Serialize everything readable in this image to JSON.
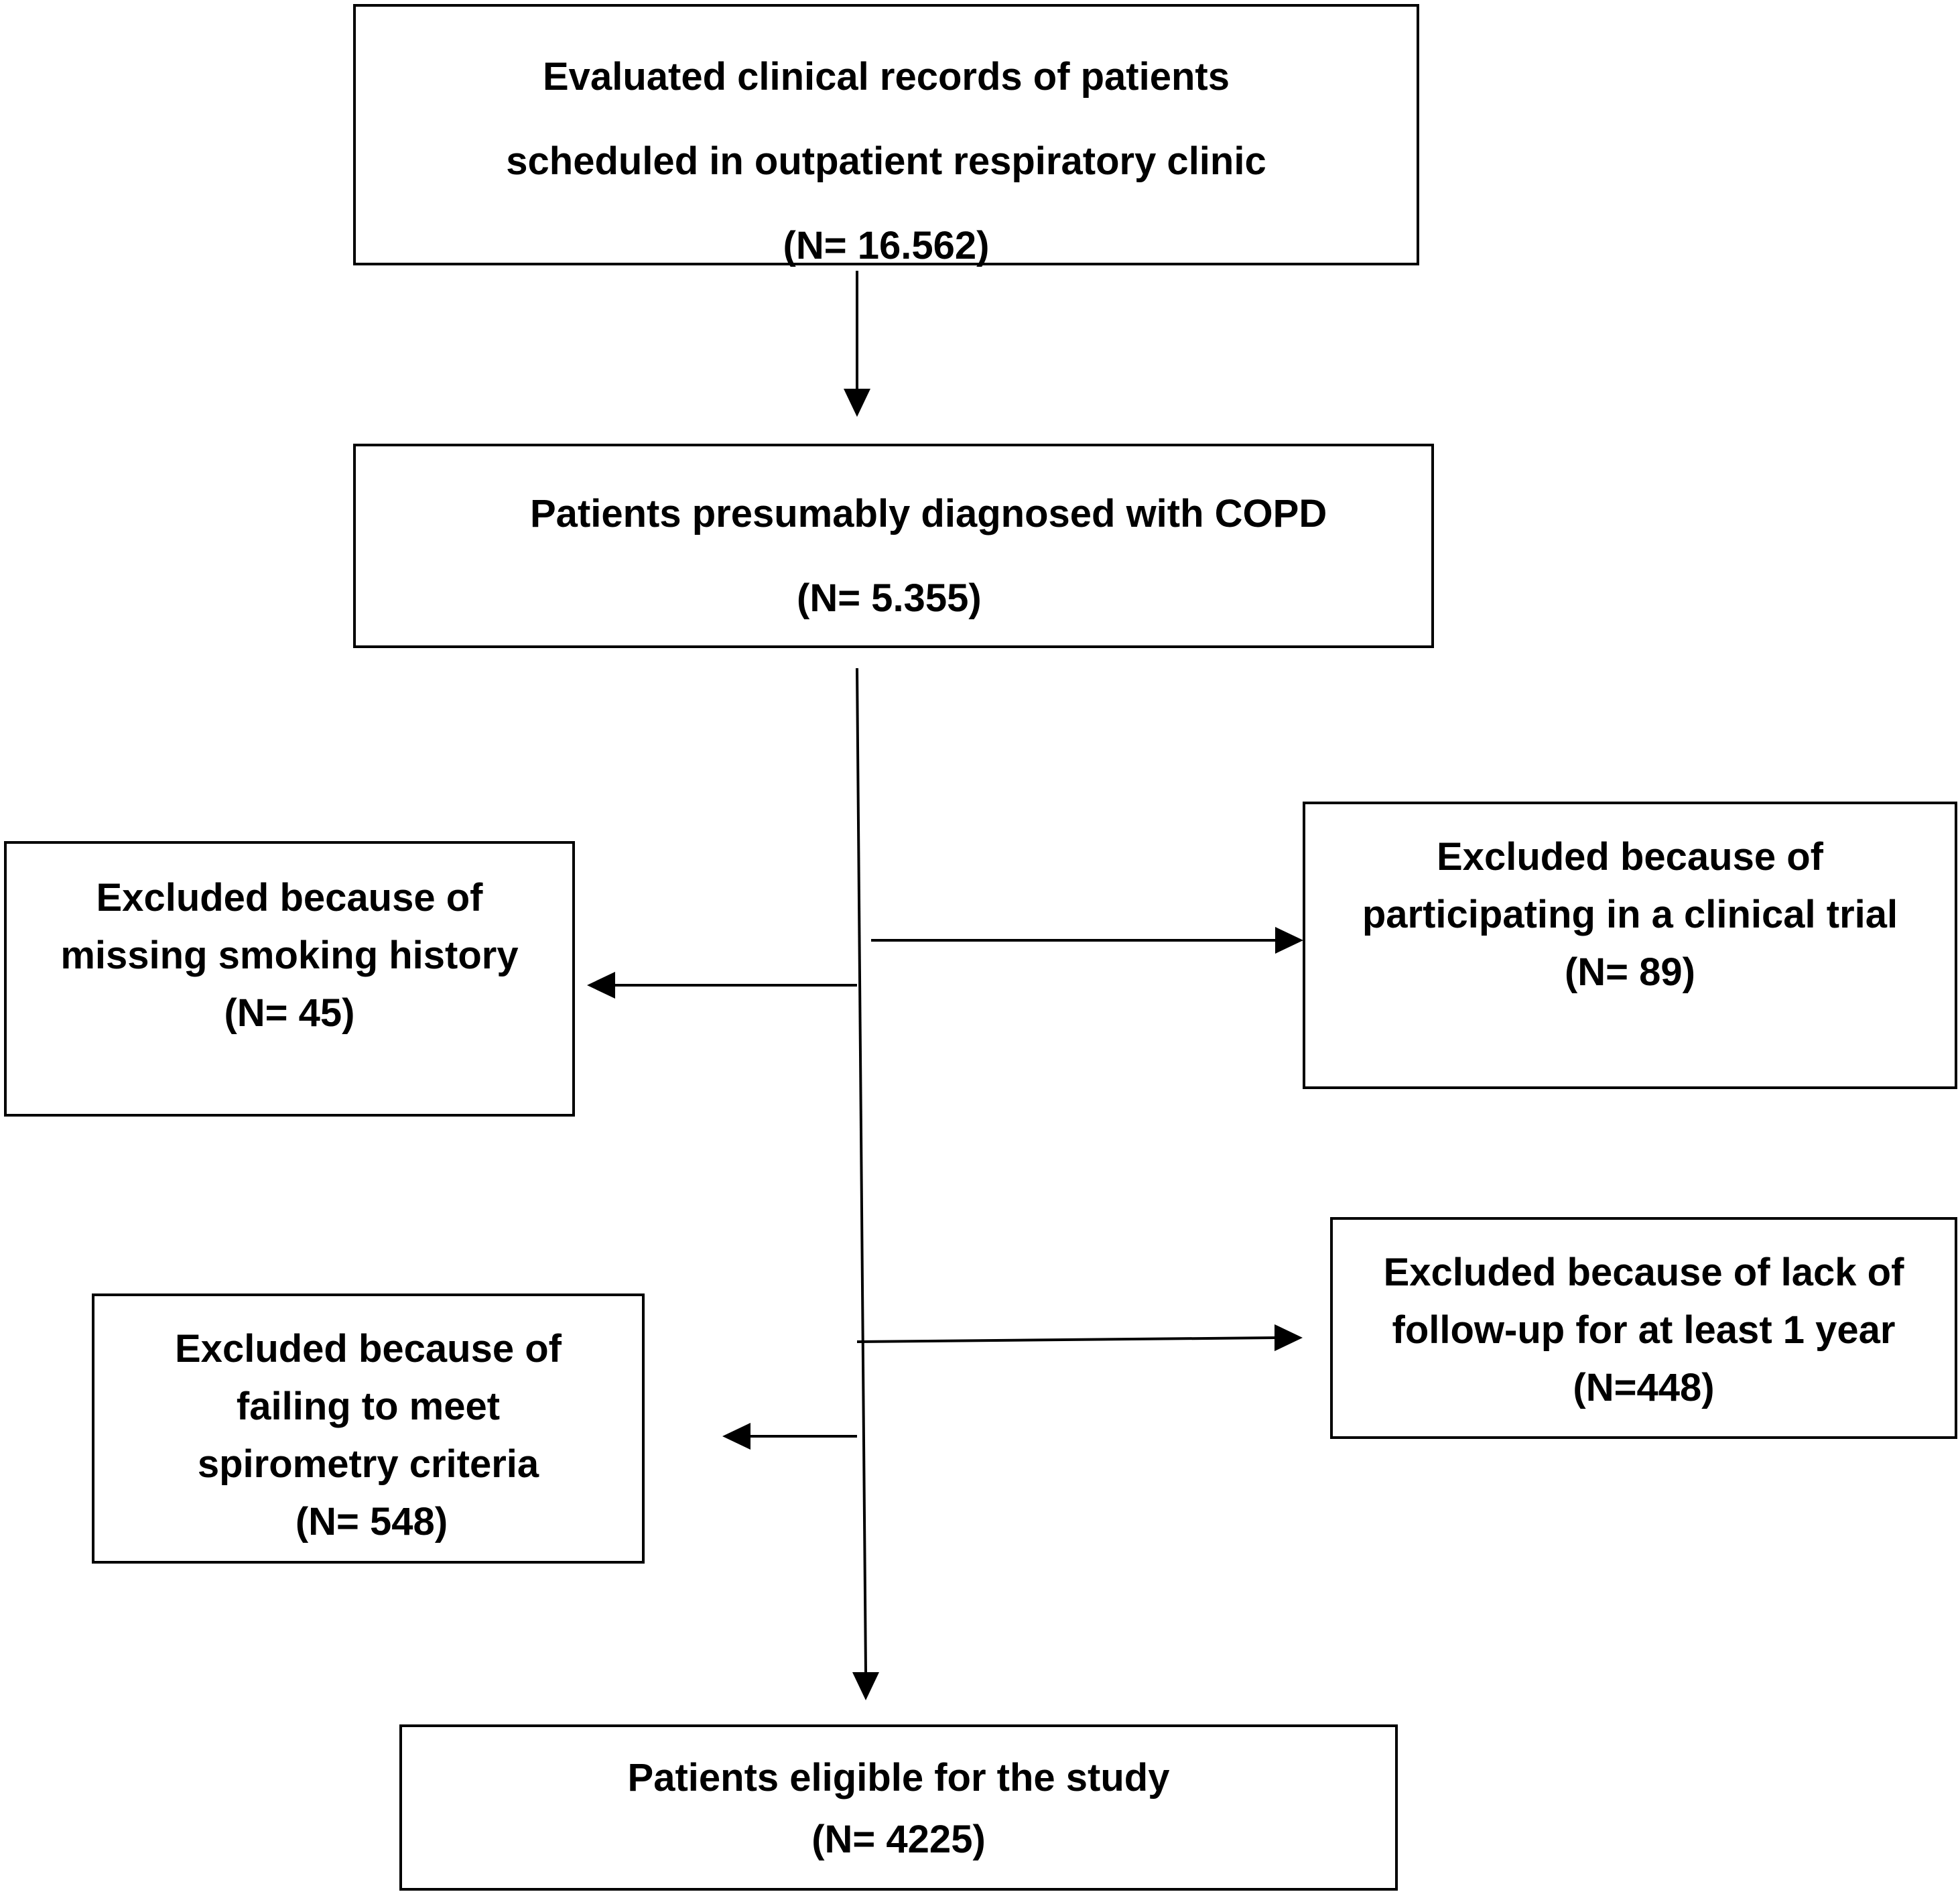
{
  "flowchart": {
    "records": {
      "lines": [
        "Evaluated clinical records of patients",
        "scheduled in outpatient respiratory clinic"
      ],
      "count": "(N= 16.562)"
    },
    "presumed_copd": {
      "lines": [
        "Patients presumably diagnosed with COPD"
      ],
      "count": "(N= 5.355)"
    },
    "excluded_smoking": {
      "lines": [
        "Excluded because of",
        "missing smoking history"
      ],
      "count": "(N= 45)"
    },
    "excluded_trial": {
      "lines": [
        "Excluded because of",
        "participating in a clinical trial"
      ],
      "count": "(N= 89)"
    },
    "excluded_spirometry": {
      "lines": [
        "Excluded because of",
        "failing to meet",
        "spirometry criteria"
      ],
      "count": "(N= 548)"
    },
    "excluded_followup": {
      "lines": [
        "Excluded because of lack of",
        "follow-up for at least 1 year"
      ],
      "count": "(N=448)"
    },
    "eligible": {
      "lines": [
        "Patients eligible for the study"
      ],
      "count": "(N= 4225)"
    }
  }
}
